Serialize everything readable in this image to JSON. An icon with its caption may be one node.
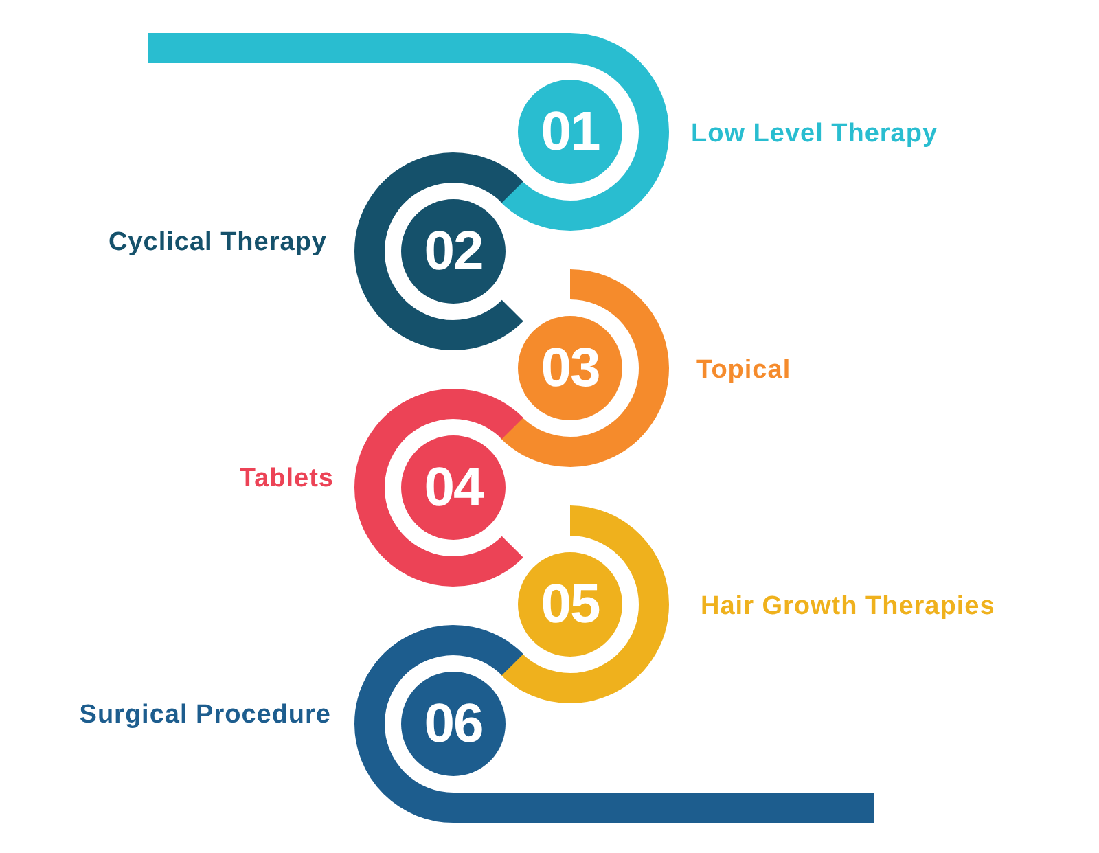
{
  "diagram": {
    "nodes": [
      {
        "text": [
          "01"
        ],
        "beside": [
          "Low Level Therapy"
        ]
      },
      {
        "text": [
          "02"
        ],
        "beside": [
          "Cyclical Therapy"
        ]
      },
      {
        "text": [
          "03"
        ],
        "beside": [
          "Topical"
        ]
      },
      {
        "text": [
          "04"
        ],
        "beside": [
          "Tablets"
        ]
      },
      {
        "text": [
          "05"
        ],
        "beside": [
          "Hair Growth Therapies"
        ]
      },
      {
        "text": [
          "06"
        ],
        "beside": [
          "Surgical Procedure"
        ]
      }
    ]
  }
}
